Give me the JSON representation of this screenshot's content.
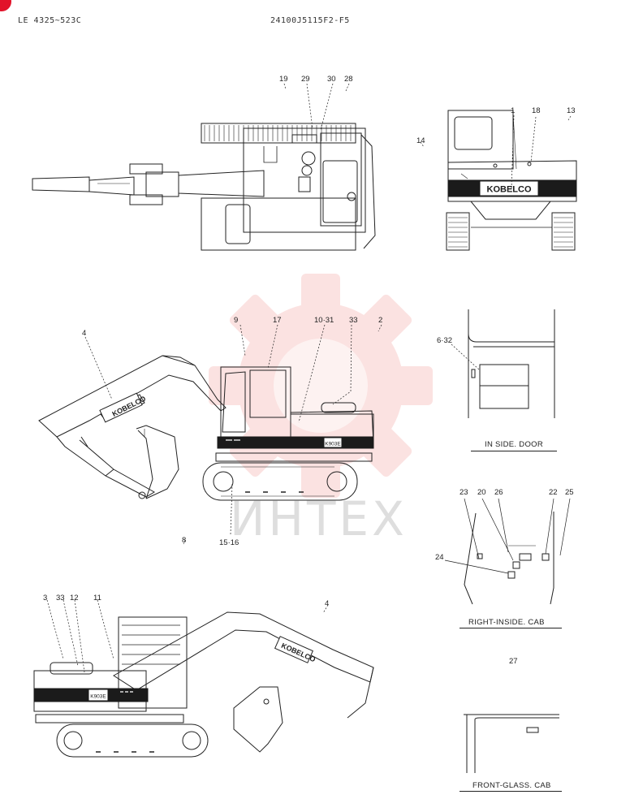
{
  "header": {
    "left": "LE 4325~523C",
    "center": "24100J5115F2-F5"
  },
  "watermark": {
    "text": "ИНТЕХ",
    "color": "#e53935"
  },
  "brand_mark": {
    "text": "KOBELCO"
  },
  "decal_code": "K903E",
  "callouts": {
    "top_view": [
      "19",
      "29",
      "30",
      "28"
    ],
    "rear_view": [
      "1",
      "18",
      "13",
      "14"
    ],
    "side_view": [
      "9",
      "17",
      "10·31",
      "33",
      "2",
      "4",
      "8",
      "15·16"
    ],
    "side_view2": [
      "3",
      "33",
      "12",
      "11",
      "4"
    ],
    "inside_door": [
      "6·32"
    ],
    "right_inside_cab": [
      "23",
      "20",
      "26",
      "22",
      "25",
      "24"
    ],
    "front_glass": [
      "27"
    ]
  },
  "captions": {
    "inside_door": "IN SIDE. DOOR",
    "right_inside_cab": "RIGHT-INSIDE. CAB",
    "front_glass": "FRONT-GLASS. CAB"
  }
}
